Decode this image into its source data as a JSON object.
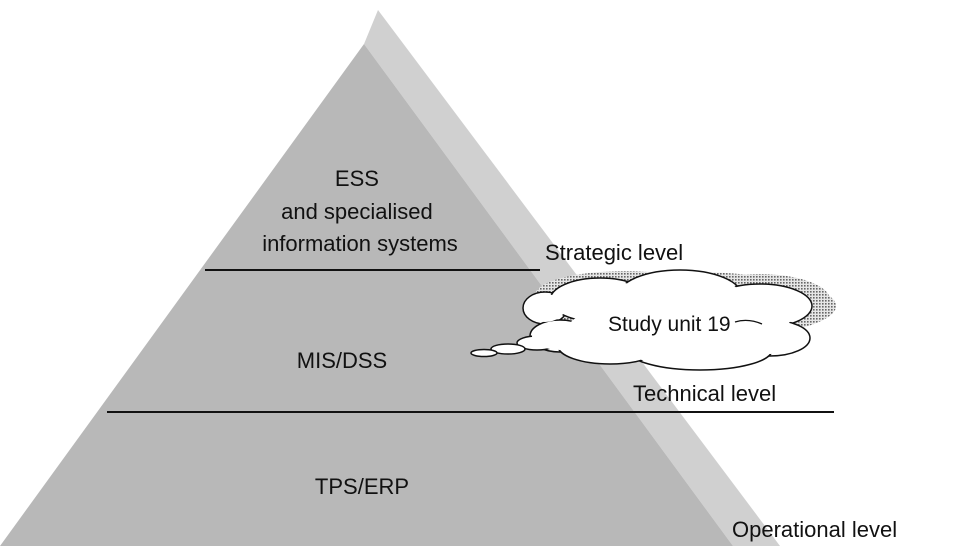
{
  "diagram": {
    "tiers": [
      {
        "lines": [
          "ESS",
          "and specialised",
          "information systems"
        ]
      },
      {
        "lines": [
          "MIS/DSS"
        ]
      },
      {
        "lines": [
          "TPS/ERP"
        ]
      }
    ],
    "levels": {
      "strategic": "Strategic level",
      "technical": "Technical level",
      "operational": "Operational level"
    },
    "cloud_label": "Study unit 19"
  },
  "colors": {
    "pyramid_front": "#b8b8b8",
    "pyramid_side": "#d0d0d0",
    "lines": "#111111",
    "cloud_fill": "#ffffff",
    "cloud_shadow": "#8a8a8a"
  }
}
